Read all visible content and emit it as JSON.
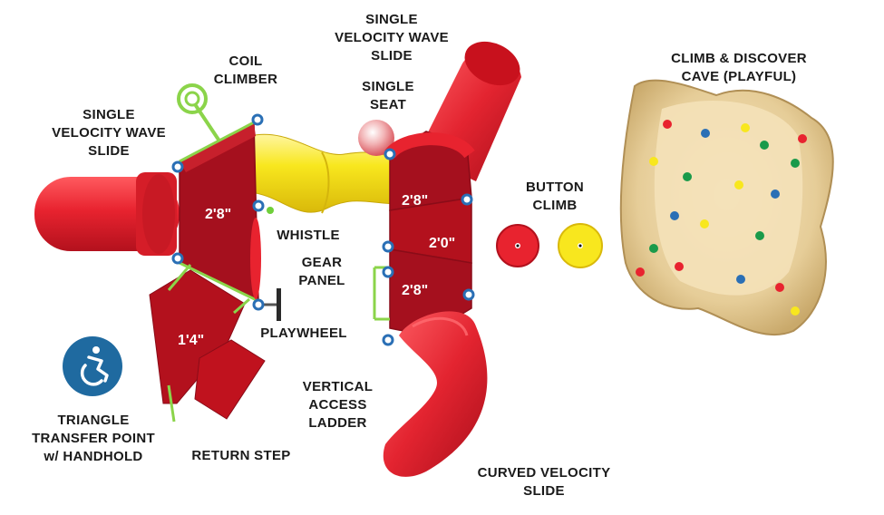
{
  "labels": {
    "single_velocity_wave_slide_left": "SINGLE\nVELOCITY WAVE\nSLIDE",
    "coil_climber": "COIL\nCLIMBER",
    "single_velocity_wave_slide_top": "SINGLE\nVELOCITY WAVE\nSLIDE",
    "single_seat": "SINGLE\nSEAT",
    "button_climb": "BUTTON\nCLIMB",
    "climb_discover_cave": "CLIMB & DISCOVER\nCAVE (PLAYFUL)",
    "whistle": "WHISTLE",
    "gear_panel": "GEAR\nPANEL",
    "playwheel": "PLAYWHEEL",
    "vertical_access_ladder": "VERTICAL\nACCESS\nLADDER",
    "triangle_transfer_point": "TRIANGLE\nTRANSFER POINT\nw/ HANDHOLD",
    "return_step": "RETURN STEP",
    "curved_velocity_slide": "CURVED VELOCITY\nSLIDE"
  },
  "deck_heights": {
    "left_deck": "2'8\"",
    "transfer": "1'4\"",
    "right_top": "2'8\"",
    "right_middle": "2'0\"",
    "right_bottom": "2'8\""
  },
  "colors": {
    "deck_red": "#a5101e",
    "slide_red": "#e8232f",
    "tube_yellow": "#f6e21c",
    "rail_green": "#8bd44a",
    "accessible_blue": "#1f6aa0",
    "cave_tan": "#e9d3a4"
  },
  "icons": {
    "accessibility": "wheelchair-accessible-icon"
  }
}
